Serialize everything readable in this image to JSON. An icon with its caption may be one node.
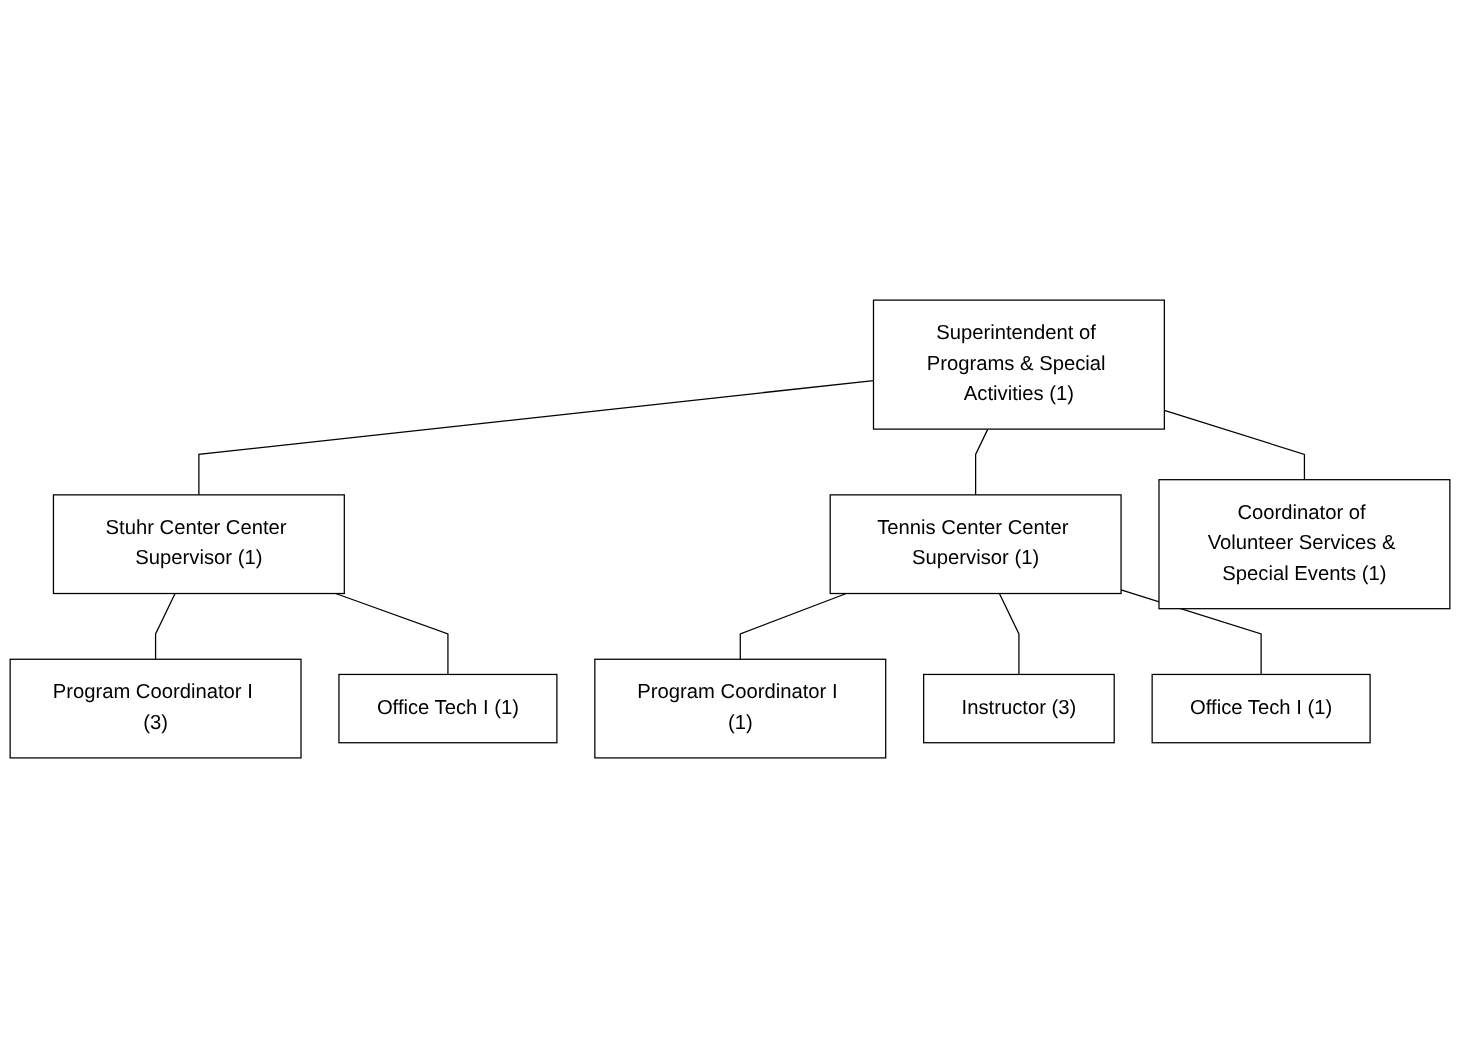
{
  "diagram": {
    "nodes": [
      {
        "text": [
          "Superintendent of Programs & Special Activities (1)"
        ]
      },
      {
        "text": [
          "Stuhr Center Center Supervisor (1)"
        ]
      },
      {
        "text": [
          "Tennis Center Center Supervisor (1)"
        ]
      },
      {
        "text": [
          "Coordinator of Volunteer Services & Special Events (1)"
        ]
      },
      {
        "text": [
          "Program Coordinator I (3)"
        ]
      },
      {
        "text": [
          "Office Tech I (1)"
        ]
      },
      {
        "text": [
          "Program Coordinator I (1)"
        ]
      },
      {
        "text": [
          "Instructor (3)"
        ]
      },
      {
        "text": [
          "Office Tech I (1)"
        ]
      }
    ],
    "edges": [
      {
        "from": 0,
        "to": 1,
        "arrow": "none"
      },
      {
        "from": 0,
        "to": 2,
        "arrow": "none"
      },
      {
        "from": 0,
        "to": 3,
        "arrow": "none"
      },
      {
        "from": 1,
        "to": 4,
        "arrow": "none"
      },
      {
        "from": 1,
        "to": 5,
        "arrow": "none"
      },
      {
        "from": 2,
        "to": 6,
        "arrow": "none"
      },
      {
        "from": 2,
        "to": 7,
        "arrow": "none"
      },
      {
        "from": 2,
        "to": 8,
        "arrow": "none"
      }
    ]
  }
}
